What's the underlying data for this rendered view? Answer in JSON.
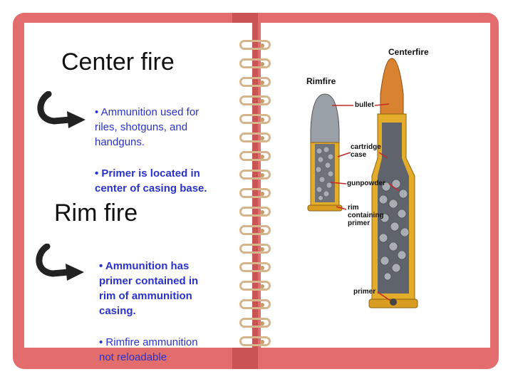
{
  "left_page": {
    "center_fire": {
      "heading": "Center fire",
      "bullet1_lines": [
        "• Ammunition used for",
        "riles, shotguns, and",
        "handguns."
      ],
      "bullet2_lines": [
        "• Primer is located in",
        "center of casing base."
      ]
    },
    "rim_fire": {
      "heading": "Rim fire",
      "bullet1_lines": [
        "• Ammunition has",
        "primer contained in",
        "rim of ammunition",
        "casing."
      ],
      "bullet2_lines": [
        "• Rimfire ammunition",
        "not reloadable"
      ]
    }
  },
  "diagram": {
    "rimfire_title": "Rimfire",
    "centerfire_title": "Centerfire",
    "labels": {
      "bullet": "bullet",
      "cartridge_case": [
        "cartridge",
        "case"
      ],
      "gunpowder": "gunpowder",
      "rim_primer": [
        "rim",
        "containing",
        "primer"
      ],
      "primer": "primer"
    }
  },
  "colors": {
    "book_cover": "#e26d6d",
    "ring": "#d7b58c",
    "bullet_text": "#2a32c8",
    "brass": "#e3ad2a",
    "copper": "#d9822f",
    "lead": "#9aa0a8"
  }
}
